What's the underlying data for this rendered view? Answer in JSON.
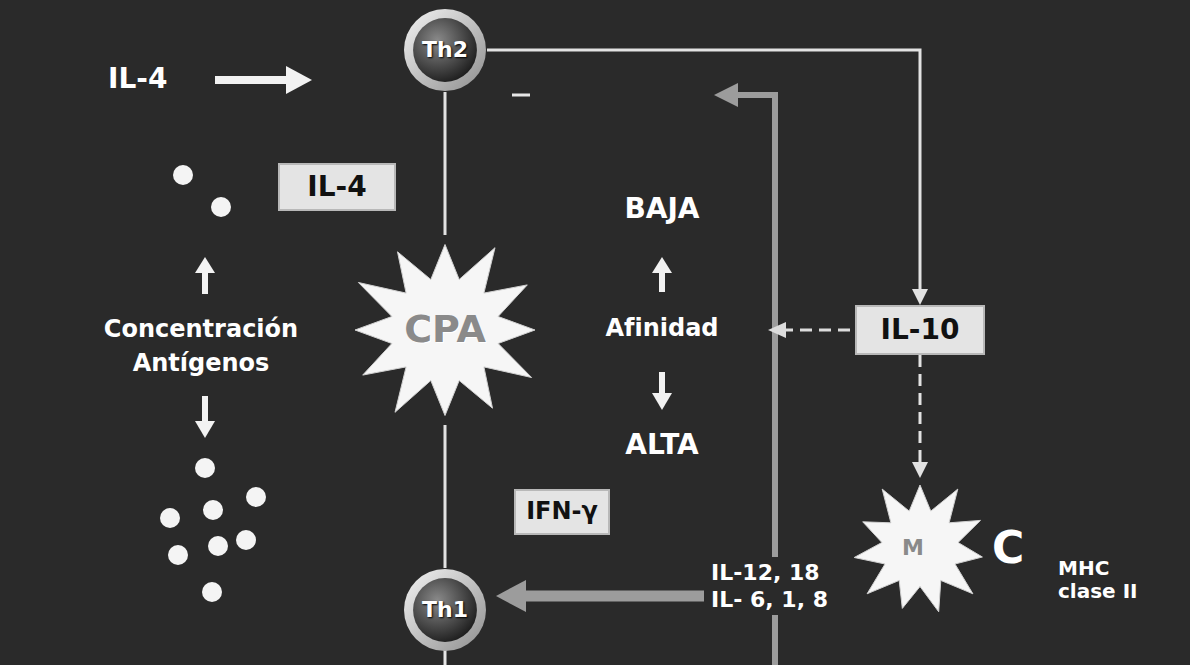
{
  "diagram": {
    "nodes": [
      {
        "text": [
          "Th2"
        ]
      },
      {
        "text": [
          "IL-4"
        ]
      },
      {
        "text": [
          "CPA"
        ]
      },
      {
        "text": [
          "IL-10"
        ]
      },
      {
        "text": [
          "IFN-γ"
        ]
      },
      {
        "text": [
          "M",
          "C"
        ]
      },
      {
        "text": [
          "Th1"
        ]
      }
    ],
    "edges": [
      {
        "from": 0,
        "to": 3,
        "arrow": "to"
      },
      {
        "from": 0,
        "to": 2,
        "arrow": "none"
      },
      {
        "from": 2,
        "to": 6,
        "arrow": "none"
      },
      {
        "from": 3,
        "to": 5,
        "arrow": "to"
      }
    ],
    "labels": [
      "IL-4",
      "Concentración Antígenos",
      "BAJA",
      "Afinidad",
      "ALTA",
      "IL-12, 18 IL- 6, 1, 8",
      "MHC clase II"
    ]
  }
}
